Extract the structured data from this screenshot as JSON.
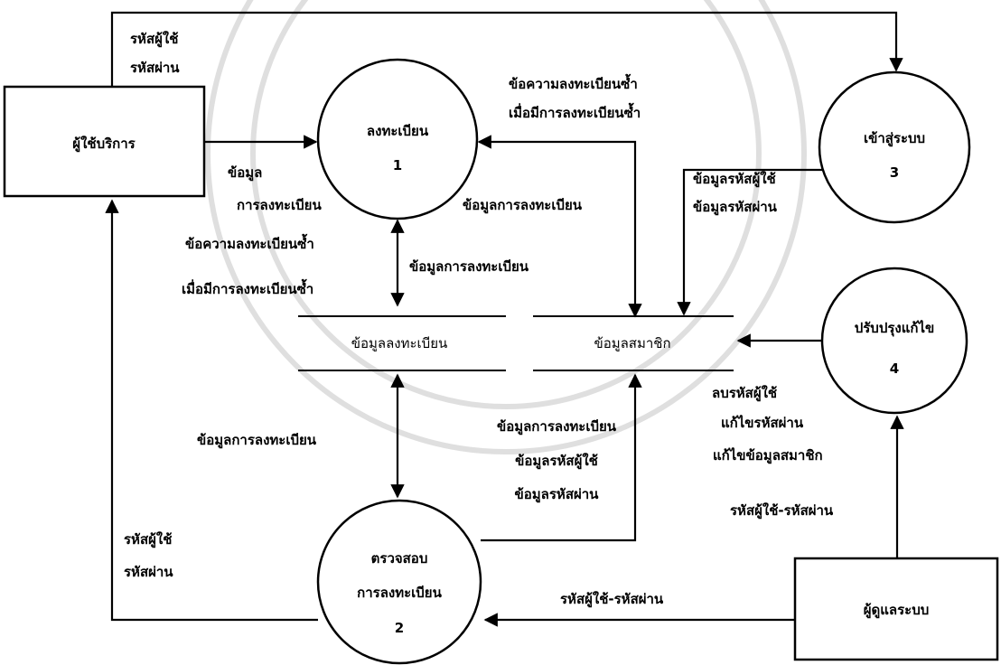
{
  "entities": {
    "user": "ผู้ใช้บริการ",
    "admin": "ผู้ดูแลระบบ"
  },
  "processes": {
    "p1": {
      "name": "ลงทะเบียน",
      "num": "1"
    },
    "p2": {
      "name1": "ตรวจสอบ",
      "name2": "การลงทะเบียน",
      "num": "2"
    },
    "p3": {
      "name": "เข้าสู่ระบบ",
      "num": "3"
    },
    "p4": {
      "name": "ปรับปรุงแก้ไข",
      "num": "4"
    }
  },
  "stores": {
    "registration": "ข้อมูลลงทะเบียน",
    "member": "ข้อมูลสมาชิก"
  },
  "flows": {
    "user_to_p3_l1": "รหัสผู้ใช้",
    "user_to_p3_l2": "รหัสผ่าน",
    "p1_dup_l1": "ข้อความลงทะเบียนซ้ำ",
    "p1_dup_l2": "เมื่อมีการลงทะเบียนซ้ำ",
    "user_to_p1_l1": "ข้อมูล",
    "user_to_p1_l2": "การลงทะเบียน",
    "p1_to_member": "ข้อมูลการลงทะเบียน",
    "p3_to_member_l1": "ข้อมูลรหัสผู้ใช้",
    "p3_to_member_l2": "ข้อมูลรหัสผ่าน",
    "p1_user_dup_l1": "ข้อความลงทะเบียนซ้ำ",
    "p1_user_dup_l2": "เมื่อมีการลงทะเบียนซ้ำ",
    "p1_to_reg": "ข้อมูลการลงทะเบียน",
    "reg_to_p2": "ข้อมูลการลงทะเบียน",
    "p2_to_member_l1": "ข้อมูลการลงทะเบียน",
    "p2_to_member_l2": "ข้อมูลรหัสผู้ใช้",
    "p2_to_member_l3": "ข้อมูลรหัสผ่าน",
    "p4_out_l1": "ลบรหัสผู้ใช้",
    "p4_out_l2": "แก้ไขรหัสผ่าน",
    "p4_out_l3": "แก้ไขข้อมูลสมาชิก",
    "admin_to_p4": "รหัสผู้ใช้-รหัสผ่าน",
    "p2_to_user_l1": "รหัสผู้ใช้",
    "p2_to_user_l2": "รหัสผ่าน",
    "admin_to_p2": "รหัสผู้ใช้-รหัสผ่าน"
  }
}
